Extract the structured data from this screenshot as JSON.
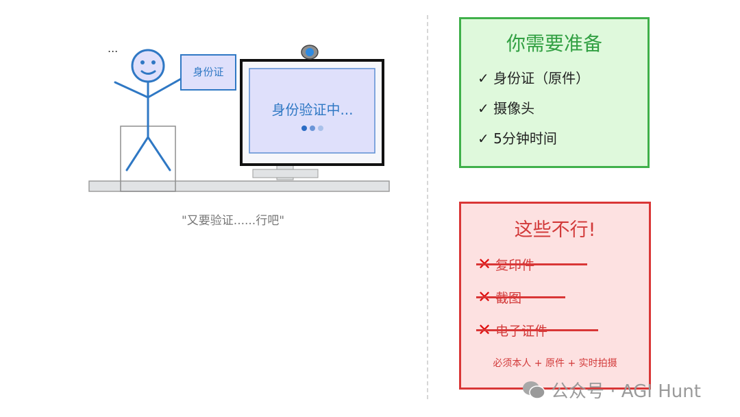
{
  "scene": {
    "thought_dots": "...",
    "id_card_label": "身份证",
    "screen_text": "身份验证中...",
    "loading_dots": [
      "#2b6cc4",
      "#6a95d8",
      "#a9c1ea"
    ],
    "caption": "\"又要验证......行吧\""
  },
  "colors": {
    "figure_blue": "#2f78c4",
    "screen_fill": "#dfe0fb",
    "green_accent": "#3fb04a",
    "red_accent": "#d93636"
  },
  "prepare_box": {
    "title": "你需要准备",
    "items": [
      {
        "icon": "check-icon",
        "mark": "✓",
        "label": "身份证（原件）"
      },
      {
        "icon": "check-icon",
        "mark": "✓",
        "label": "摄像头"
      },
      {
        "icon": "check-icon",
        "mark": "✓",
        "label": "5分钟时间"
      }
    ]
  },
  "forbidden_box": {
    "title": "这些不行!",
    "items": [
      {
        "icon": "cross-icon",
        "mark": "✕",
        "label": "复印件"
      },
      {
        "icon": "cross-icon",
        "mark": "✕",
        "label": "截图"
      },
      {
        "icon": "cross-icon",
        "mark": "✕",
        "label": "电子证件"
      }
    ],
    "note": "必须本人 + 原件 + 实时拍摄"
  },
  "watermark": {
    "icon": "wechat-icon",
    "text": "公众号 · AGI Hunt"
  }
}
